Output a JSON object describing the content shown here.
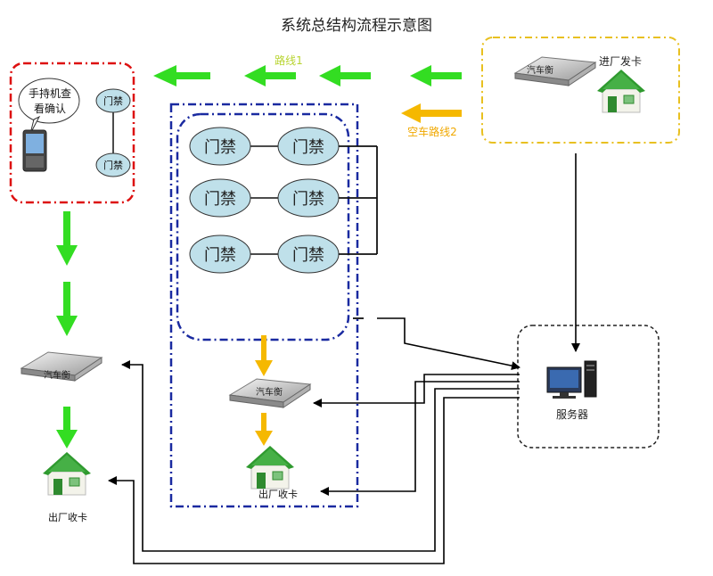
{
  "title": "系统总结构流程示意图",
  "route1_label": "路线1",
  "route2_label": "空车路线2",
  "entry": {
    "scale_label": "汽车衡",
    "issue_card_label": "进厂发卡"
  },
  "handheld": {
    "bubble_line1": "手持机查",
    "bubble_line2": "看确认",
    "gate_label": "门禁"
  },
  "center": {
    "gate_label": "门禁",
    "scale_label": "汽车衡",
    "exit_label": "出厂收卡"
  },
  "left": {
    "scale_label": "汽车衡",
    "exit_label": "出厂收卡"
  },
  "server": {
    "label": "服务器"
  },
  "colors": {
    "green_arrow": "#33dd22",
    "orange_arrow": "#f5b800",
    "red_box": "#dd1111",
    "blue_box": "#1a2aa0",
    "yellow_box": "#e8c020",
    "gate_fill": "#bfe0ea",
    "route1_text": "#b8d430",
    "route2_text": "#f0a800",
    "house_roof": "#2f9a2f",
    "house_wall": "#f3f3ea"
  }
}
